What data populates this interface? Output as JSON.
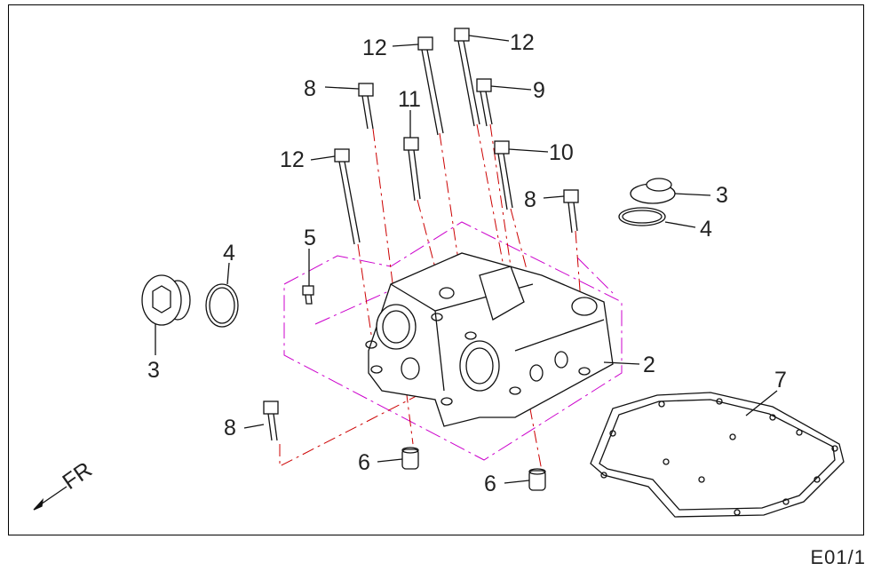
{
  "diagram": {
    "page_code": "E01/1",
    "direction_label": "FR",
    "callouts": {
      "bolt_top_left": "12",
      "bolt_top_right": "12",
      "bolt_8_upper": "8",
      "bolt_9": "9",
      "bolt_11": "11",
      "bolt_12_left": "12",
      "bolt_10": "10",
      "bolt_8_right": "8",
      "cap_right": "3",
      "oring_right": "4",
      "bolt_5": "5",
      "oring_left": "4",
      "cap_left": "3",
      "cylinder_head_cover": "2",
      "gasket": "7",
      "bolt_8_lower": "8",
      "dowel_left": "6",
      "dowel_right": "6"
    }
  },
  "colors": {
    "lines": "#111111",
    "center_lines": "#cc0000",
    "outline": "#cc00cc"
  }
}
